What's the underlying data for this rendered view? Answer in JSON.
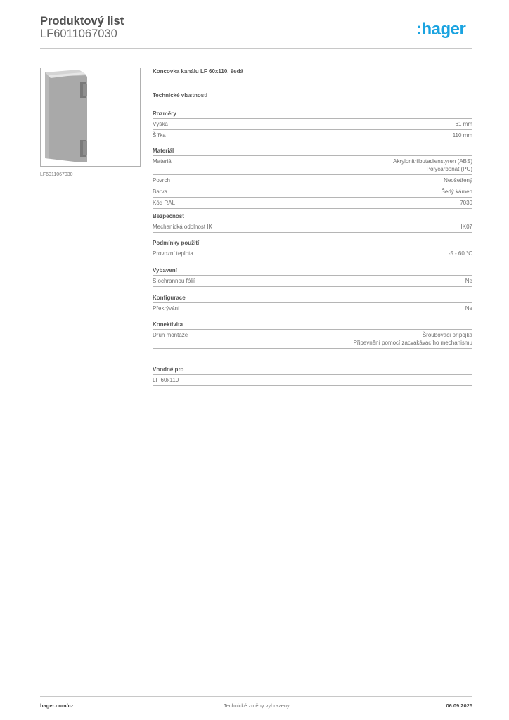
{
  "header": {
    "title": "Produktový list",
    "product_code": "LF6011067030",
    "logo_text": ":hager",
    "logo_color": "#1aa3e0"
  },
  "image": {
    "caption": "LF6011067030",
    "alt": "product-photo-end-cap"
  },
  "product": {
    "name": "Koncovka kanálu LF 60x110, šedá",
    "tech_heading": "Technické vlastnosti"
  },
  "sections": [
    {
      "title": "Rozměry",
      "rows": [
        {
          "label": "Výška",
          "value": "61 mm"
        },
        {
          "label": "Šířka",
          "value": "110 mm"
        }
      ]
    },
    {
      "title": "Materiál",
      "rows": [
        {
          "label": "Materiál",
          "value": "Akrylonitrilbutadienstyren (ABS)\nPolycarbonat (PC)"
        },
        {
          "label": "Povrch",
          "value": "Neošetřený"
        },
        {
          "label": "Barva",
          "value": "Šedý kámen"
        },
        {
          "label": "Kód RAL",
          "value": "7030"
        }
      ]
    },
    {
      "title": "Bezpečnost",
      "rows": [
        {
          "label": "Mechanická odolnost IK",
          "value": "IK07"
        }
      ]
    },
    {
      "title": "Podmínky použití",
      "rows": [
        {
          "label": "Provozní teplota",
          "value": "-5 - 60 °C"
        }
      ]
    },
    {
      "title": "Vybavení",
      "rows": [
        {
          "label": "S ochrannou fólií",
          "value": "Ne"
        }
      ]
    },
    {
      "title": "Konfigurace",
      "rows": [
        {
          "label": "Překrývání",
          "value": "Ne"
        }
      ]
    },
    {
      "title": "Konektivita",
      "rows": [
        {
          "label": "Druh montáže",
          "value": "Šroubovací přípojka\nPřipevnění pomocí zacvakávacího mechanismu"
        }
      ]
    },
    {
      "title": "Vhodné pro",
      "rows": [
        {
          "label": "LF 60x110",
          "value": ""
        }
      ]
    }
  ],
  "footer": {
    "website": "hager.com/cz",
    "notice": "Technické změny vyhrazeny",
    "date": "06.09.2025"
  }
}
